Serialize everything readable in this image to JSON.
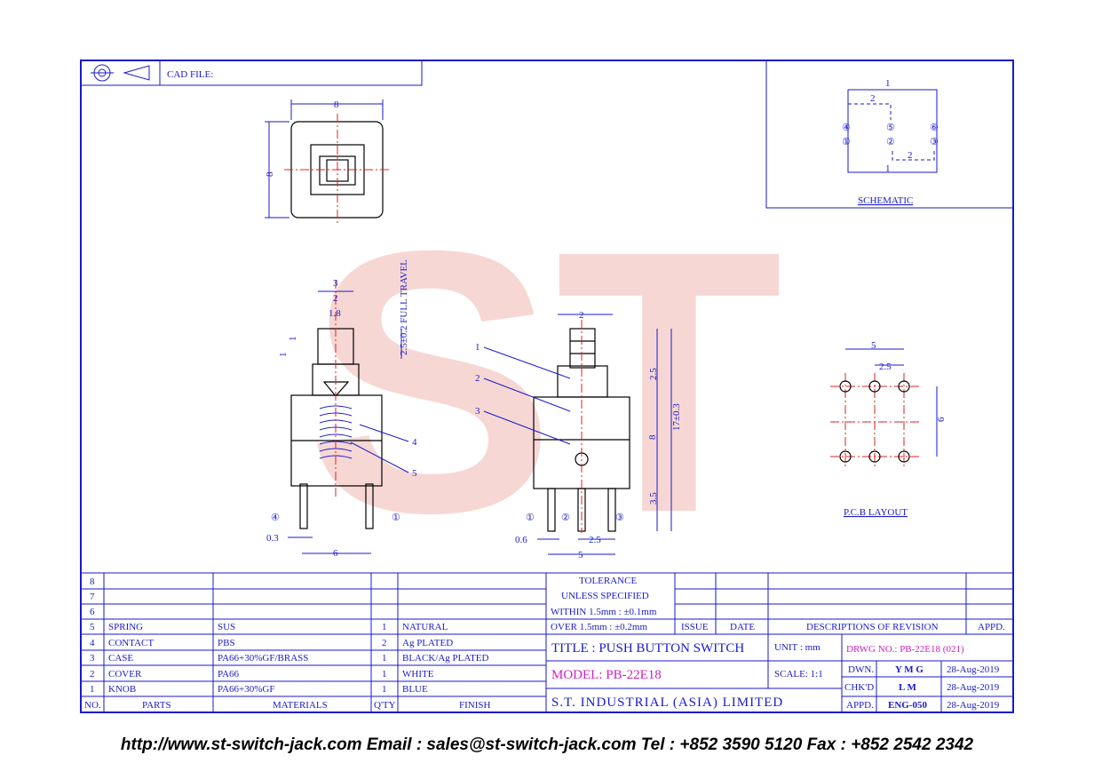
{
  "header": {
    "cad_label": "CAD FILE:"
  },
  "schematic": {
    "title": "SCHEMATIC",
    "top_label": "1",
    "bottom_label": "1",
    "upper_label_2": "2",
    "lower_label_2": "2",
    "pins_top": [
      "④",
      "⑤",
      "⑥"
    ],
    "pins_bottom": [
      "①",
      "②",
      "③"
    ]
  },
  "top_view": {
    "dim_w": "8",
    "dim_h": "8"
  },
  "side_view": {
    "travel": "2.5±0.2 FULL TRAVEL",
    "dim_3": "3",
    "dim_2": "2",
    "dim_18": "1.8",
    "dim_1a": "1",
    "dim_1b": "1",
    "callout_4": "4",
    "callout_5": "5",
    "pin_left": "④",
    "pin_right": "①",
    "dim_03": "0.3",
    "dim_6": "6"
  },
  "front_view": {
    "dim_2": "2",
    "callouts": [
      "1",
      "2",
      "3"
    ],
    "dim_25": "2.5",
    "dim_8": "8",
    "dim_35": "3.5",
    "dim_17": "17±0.3",
    "pins": [
      "①",
      "②",
      "③"
    ],
    "dim_06": "0.6",
    "dim_pitch": "2.5",
    "dim_5": "5"
  },
  "pcb": {
    "title": "P.C.B LAYOUT",
    "dim_5": "5",
    "dim_25": "2.5",
    "dim_6": "6"
  },
  "bom": {
    "rows": [
      {
        "no": "8",
        "part": "",
        "material": "",
        "qty": "",
        "finish": ""
      },
      {
        "no": "7",
        "part": "",
        "material": "",
        "qty": "",
        "finish": ""
      },
      {
        "no": "6",
        "part": "",
        "material": "",
        "qty": "",
        "finish": ""
      },
      {
        "no": "5",
        "part": "SPRING",
        "material": "SUS",
        "qty": "1",
        "finish": "NATURAL"
      },
      {
        "no": "4",
        "part": "CONTACT",
        "material": "PBS",
        "qty": "2",
        "finish": "Ag PLATED"
      },
      {
        "no": "3",
        "part": "CASE",
        "material": "PA66+30%GF/BRASS",
        "qty": "1",
        "finish": "BLACK/Ag PLATED"
      },
      {
        "no": "2",
        "part": "COVER",
        "material": "PA66",
        "qty": "1",
        "finish": "WHITE"
      },
      {
        "no": "1",
        "part": "KNOB",
        "material": "PA66+30%GF",
        "qty": "1",
        "finish": "BLUE"
      }
    ],
    "headers": {
      "no": "NO.",
      "parts": "PARTS",
      "materials": "MATERIALS",
      "qty": "Q'TY",
      "finish": "FINISH"
    }
  },
  "tolerance": {
    "l1": "TOLERANCE",
    "l2": "UNLESS   SPECIFIED",
    "l3": "WITHIN  1.5mm : ±0.1mm",
    "l4": "OVER    1.5mm : ±0.2mm"
  },
  "revision": {
    "issue": "ISSUE",
    "date": "DATE",
    "desc": "DESCRIPTIONS  OF  REVISION",
    "appd": "APPD."
  },
  "title_block": {
    "title": "TITLE : PUSH BUTTON SWITCH",
    "model": "MODEL: PB-22E18",
    "company": "S.T.  INDUSTRIAL  (ASIA)  LIMITED",
    "unit_label": "UNIT :   mm",
    "drwg": "DRWG NO.: PB-22E18 (021)",
    "scale": "SCALE:   1:1",
    "dwn": "DWN.",
    "dwn_name": "Y M G",
    "dwn_date": "28-Aug-2019",
    "chk": "CHK'D",
    "chk_name": "L M",
    "chk_date": "28-Aug-2019",
    "appd": "APPD.",
    "appd_name": "ENG-050",
    "appd_date": "28-Aug-2019"
  },
  "watermark": "ST",
  "footer": "http://www.st-switch-jack.com  Email : sales@st-switch-jack.com  Tel : +852 3590 5120  Fax : +852 2542 2342",
  "colors": {
    "line": "#1a1acc",
    "center": "#e02020",
    "accent": "#d020c0",
    "watermark": "#f0b8b0"
  }
}
